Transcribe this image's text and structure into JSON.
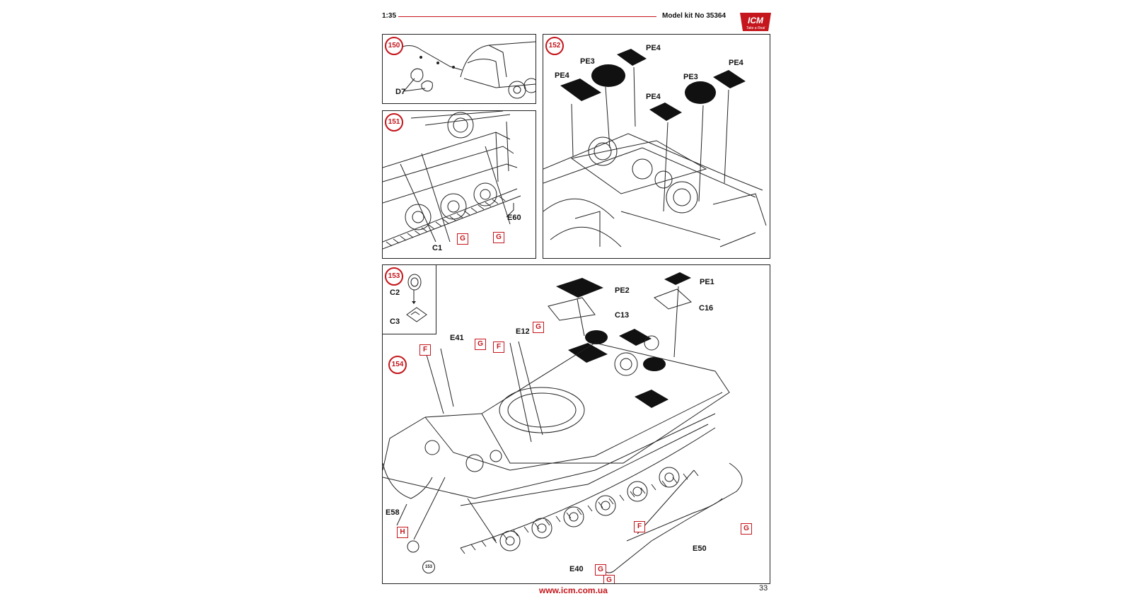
{
  "header": {
    "scale": "1:35",
    "model_kit": "Model kit No 35364"
  },
  "logo": {
    "brand": "ICM",
    "tagline": "Take a Real"
  },
  "panels": [
    {
      "step": "150",
      "labels": {
        "d7": "D7"
      }
    },
    {
      "step": "151",
      "labels": {
        "e60": "E60",
        "c1": "C1"
      },
      "parts": [
        "G",
        "G"
      ]
    },
    {
      "step": "152",
      "labels": {
        "pe4a": "PE4",
        "pe3a": "PE3",
        "pe4b": "PE4",
        "pe4c": "PE4",
        "pe3b": "PE3",
        "pe4d": "PE4"
      }
    },
    {
      "step": "153",
      "labels": {
        "c2": "C2",
        "c3": "C3"
      }
    },
    {
      "step": "154",
      "labels": {
        "pe2": "PE2",
        "pe1": "PE1",
        "c13": "C13",
        "c16": "C16",
        "e41": "E41",
        "e12": "E12",
        "e58": "E58",
        "e50": "E50",
        "e40": "E40"
      },
      "parts": {
        "f1": "F",
        "g1": "G",
        "f2": "F",
        "g2": "G",
        "g3": "G",
        "h1": "H",
        "f3": "F",
        "g4": "G",
        "g5": "G"
      },
      "ref": "153"
    }
  ],
  "footer": {
    "url": "www.icm.com.ua",
    "page": "33"
  },
  "colors": {
    "accent": "#c4161c",
    "line": "#222222"
  }
}
